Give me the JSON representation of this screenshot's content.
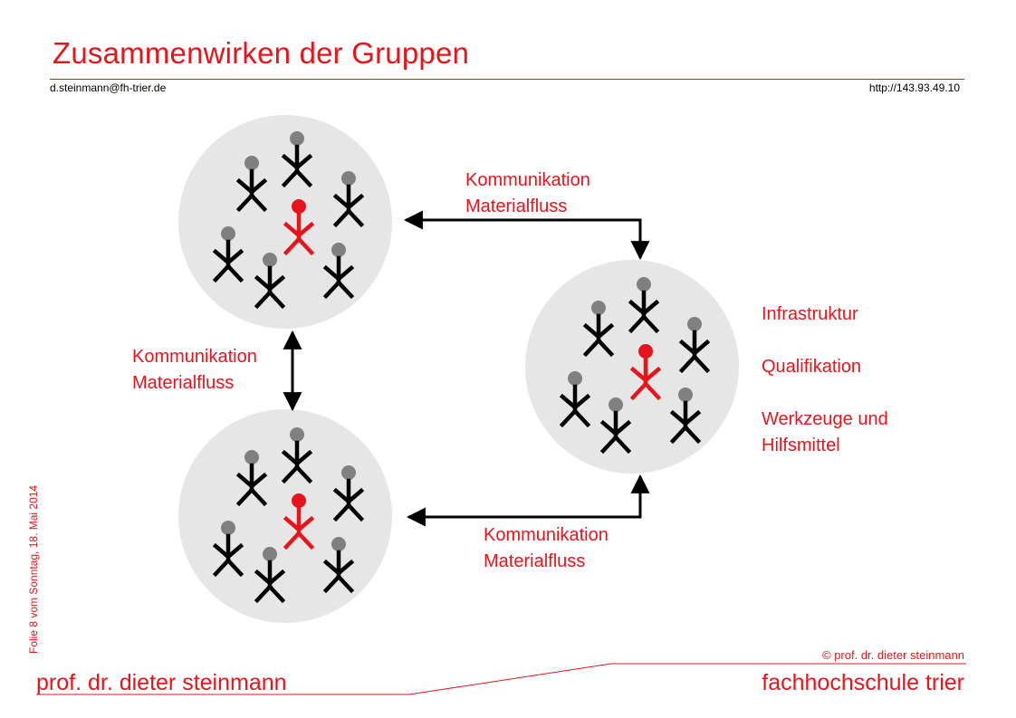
{
  "header": {
    "title": "Zusammenwirken der Gruppen",
    "email": "d.steinmann@fh-trier.de",
    "url": "http://143.93.49.10"
  },
  "labels": {
    "top_right": [
      "Kommunikation",
      "Materialfluss"
    ],
    "left_middle": [
      "Kommunikation",
      "Materialfluss"
    ],
    "bottom_middle": [
      "Kommunikation",
      "Materialfluss"
    ],
    "resources": {
      "infra": "Infrastruktur",
      "qual": "Qualifikation",
      "tools_line1": "Werkzeuge und",
      "tools_line2": "Hilfsmittel"
    }
  },
  "footer": {
    "slide_info": "Folie 8 vom Sonntag, 18. Mai 2014",
    "author": "prof. dr. dieter steinmann",
    "institution": "fachhochschule trier",
    "copyright": "© prof. dr. dieter steinmann"
  },
  "colors": {
    "accent": "#e8141b",
    "circle": "#e6e6e6",
    "head": "#808080",
    "figure": "#000000"
  }
}
